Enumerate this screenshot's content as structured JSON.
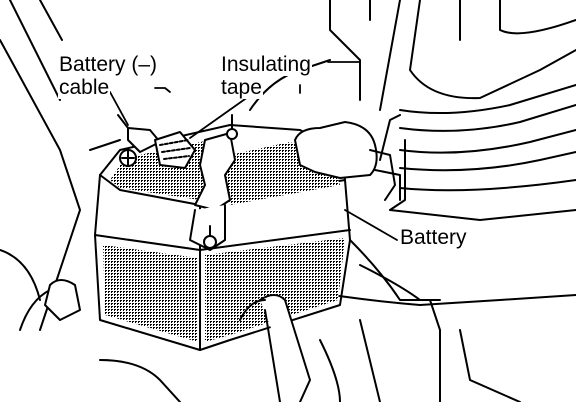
{
  "labels": {
    "battery_cable_line1": "Battery (–)",
    "battery_cable_line2": "cable",
    "insulating_tape_line1": "Insulating",
    "insulating_tape_line2": "tape",
    "battery": "Battery"
  },
  "colors": {
    "ink": "#000000",
    "paper": "#ffffff",
    "shading": "#000000"
  }
}
